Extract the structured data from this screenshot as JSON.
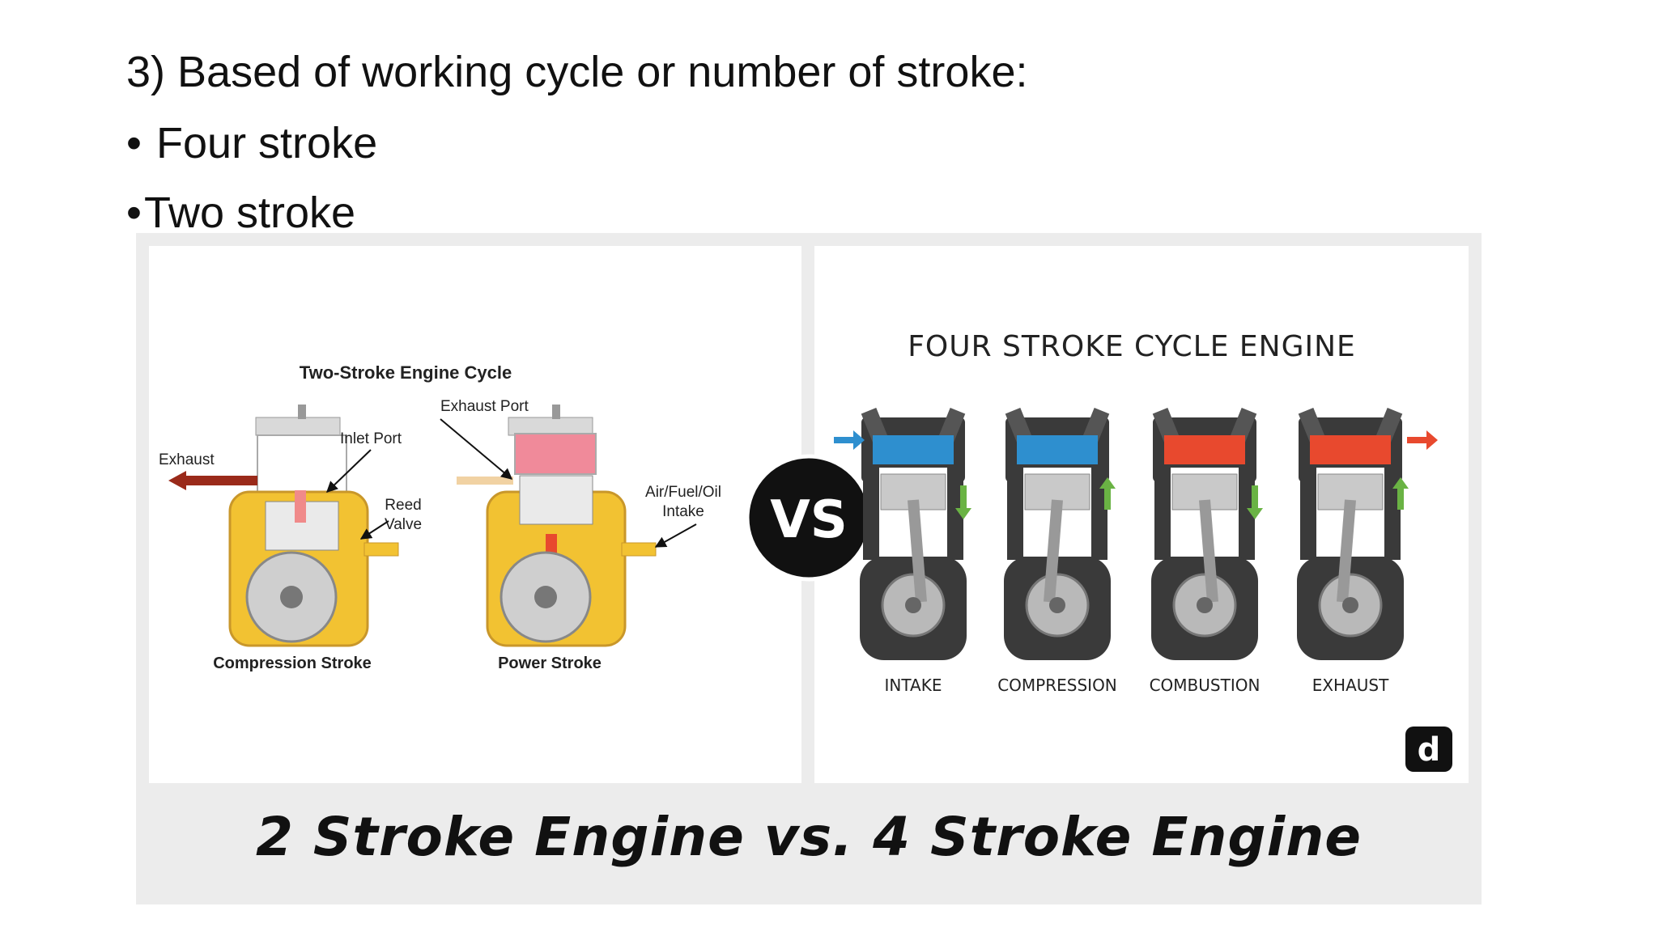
{
  "slide": {
    "heading": "3) Based of working cycle or number of stroke:",
    "bullets": [
      "Four stroke",
      "Two stroke"
    ]
  },
  "figure": {
    "caption": "2 Stroke Engine vs. 4 Stroke Engine",
    "vs_label": "VS",
    "two_stroke": {
      "title": "Two-Stroke Engine Cycle",
      "labels": {
        "exhaust_port": "Exhaust Port",
        "inlet_port": "Inlet Port",
        "exhaust": "Exhaust",
        "reed_valve_line1": "Reed",
        "reed_valve_line2": "Valve",
        "intake_line1": "Air/Fuel/Oil",
        "intake_line2": "Intake"
      },
      "strokes": [
        "Compression Stroke",
        "Power Stroke"
      ]
    },
    "four_stroke": {
      "title": "FOUR STROKE CYCLE ENGINE",
      "strokes": [
        "INTAKE",
        "COMPRESSION",
        "COMBUSTION",
        "EXHAUST"
      ]
    },
    "logo_letter": "d",
    "colors": {
      "engine_yellow": "#f2c232",
      "exhaust_red": "#9a2a1a",
      "combustion_red": "#e8492e",
      "intake_blue": "#2e8fcf",
      "arrow_green": "#6ab344",
      "block_dark": "#3a3a3a"
    }
  }
}
